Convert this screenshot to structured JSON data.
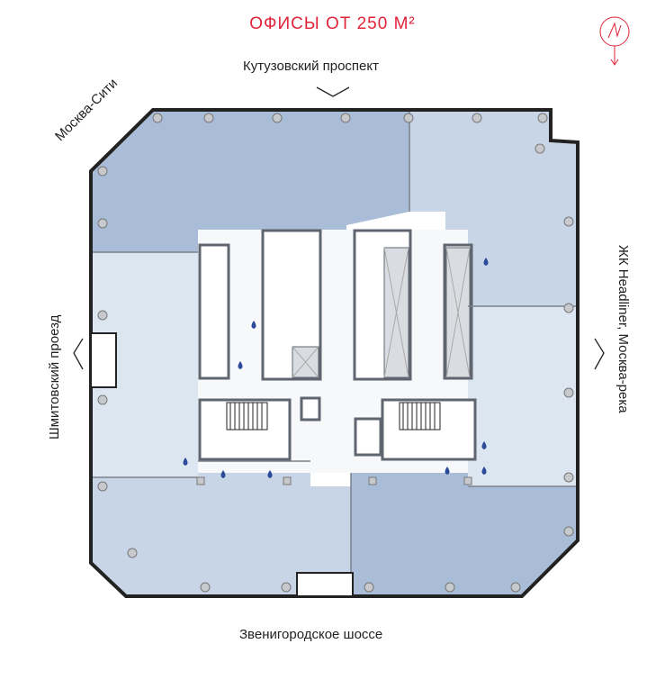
{
  "header": {
    "title": "ОФИСЫ ОТ 250 М²"
  },
  "streets": {
    "top": "Кутузовский проспект",
    "top_left": "Москва-Сити",
    "left": "Шмитовский проезд",
    "right": "ЖК Headliner, Москва-река",
    "bottom": "Звенигородское шоссе"
  },
  "compass": {
    "label": "N"
  },
  "colors": {
    "title": "#e0243a",
    "zone_dark": "#a9bcd8",
    "zone_medium": "#c8d5e6",
    "zone_light": "#dbe6f1",
    "wall": "#5f6670",
    "drop": "#2c4a9a"
  }
}
